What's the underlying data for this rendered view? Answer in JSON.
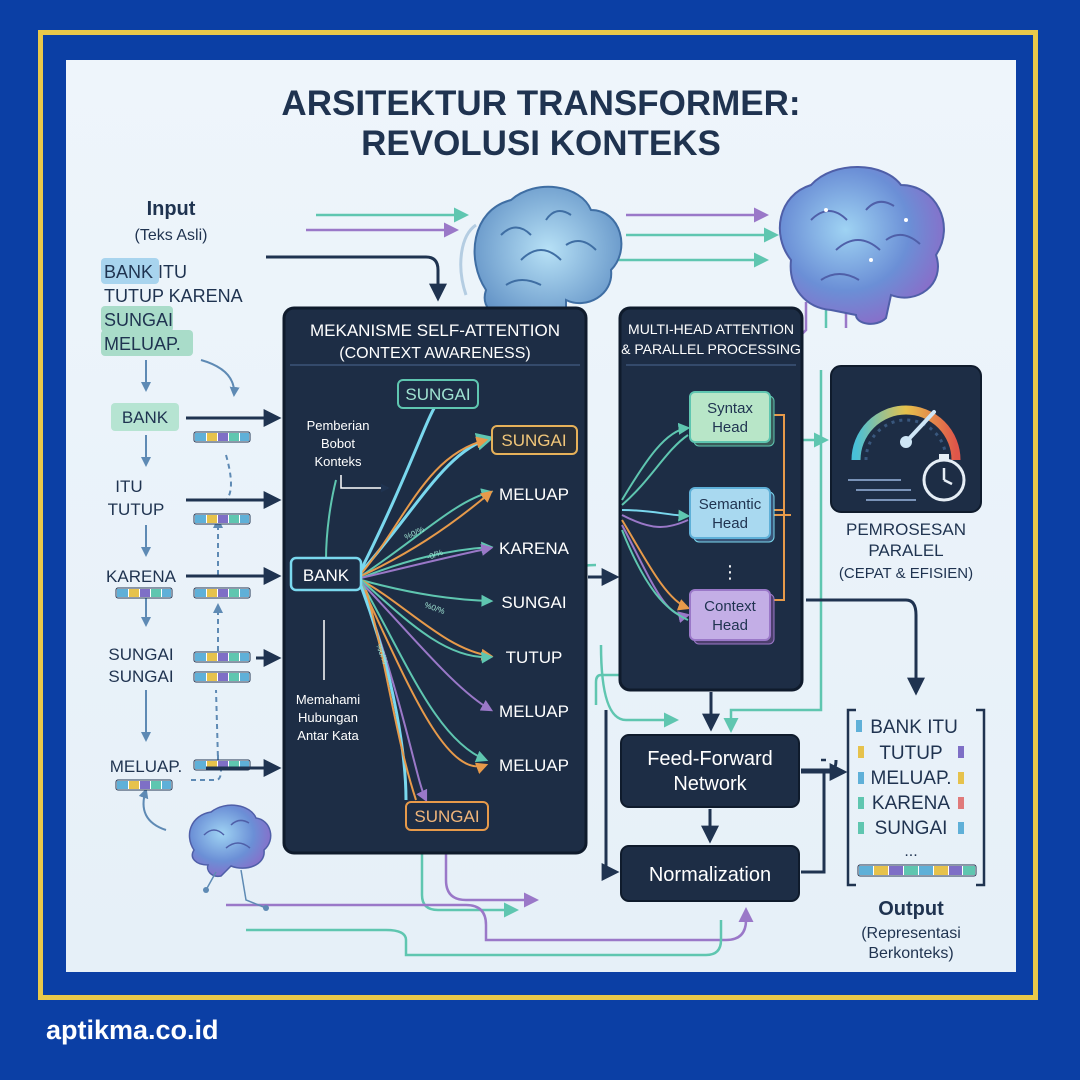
{
  "title": {
    "line1": "ARSITEKTUR TRANSFORMER:",
    "line2": "REVOLUSI KONTEKS"
  },
  "input": {
    "heading": "Input",
    "subheading": "(Teks Asli)",
    "sentence": [
      "BANK ITU",
      "TUTUP KARENA",
      "SUNGAI",
      "MELUAP."
    ],
    "tokens": [
      "BANK",
      "ITU",
      "TUTUP",
      "KARENA",
      "SUNGAI",
      "SUNGAI",
      "MELUAP."
    ]
  },
  "self_attention": {
    "title": "MEKANISME SELF-ATTENTION",
    "subtitle": "(CONTEXT AWARENESS)",
    "source_word": "BANK",
    "note_weight": [
      "Pemberian",
      "Bobot",
      "Konteks"
    ],
    "note_relation": [
      "Memahami",
      "Hubungan",
      "Antar Kata"
    ],
    "top_word": "SUNGAI",
    "bottom_word": "SUNGAI",
    "targets": [
      "SUNGAI",
      "MELUAP",
      "KARENA",
      "SUNGAI",
      "TUTUP",
      "MELUAP",
      "MELUAP"
    ],
    "weights": [
      "%0/%",
      "-0/%",
      "%0/%",
      "%0/%"
    ]
  },
  "multi_head": {
    "title": "MULTI-HEAD ATTENTION",
    "subtitle": "& PARALLEL PROCESSING",
    "heads": [
      {
        "line1": "Syntax",
        "line2": "Head"
      },
      {
        "line1": "Semantic",
        "line2": "Head"
      },
      {
        "line1": "Context",
        "line2": "Head"
      }
    ],
    "ellipsis": "⋮"
  },
  "parallel": {
    "line1": "PEMROSESAN",
    "line2": "PARALEL",
    "line3": "(CEPAT & EFISIEN)"
  },
  "feed_forward": {
    "line1": "Feed-Forward",
    "line2": "Network"
  },
  "normalization": "Normalization",
  "output": {
    "words": [
      "BANK ITU",
      "TUTUP",
      "MELUAP.",
      "KARENA",
      "SUNGAI",
      "..."
    ],
    "heading": "Output",
    "subheading1": "(Representasi",
    "subheading2": "Berkonteks)"
  },
  "footer": "aptikma.co.id",
  "colors": {
    "background": "#0b3fa5",
    "frame": "#e9c84a",
    "panel": "#1d2d45",
    "teal": "#5fc6b0",
    "orange": "#e79a4a",
    "purple": "#9a78c8",
    "cyan": "#7ad8ee",
    "navy": "#1f3350"
  },
  "icons": [
    "brain-icon",
    "speedometer-icon",
    "stopwatch-icon",
    "arrow-icon"
  ]
}
